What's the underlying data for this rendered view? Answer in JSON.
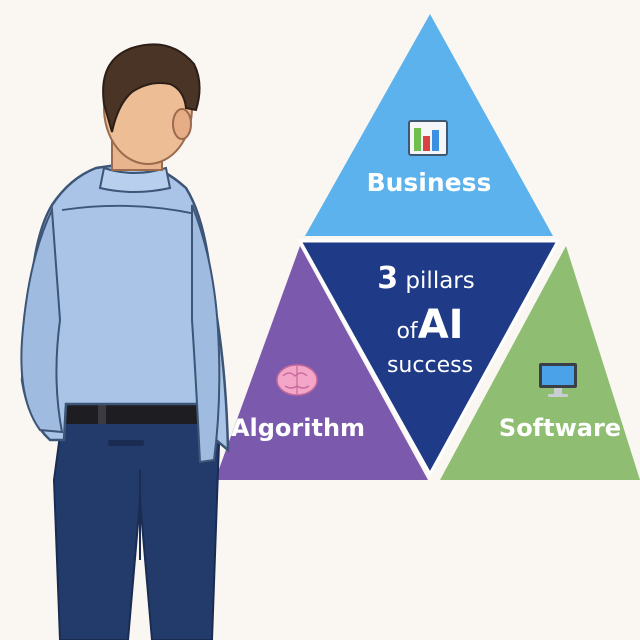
{
  "pillars": {
    "top": {
      "label": "Business",
      "icon": "bar-chart-icon",
      "color": "#5bb2ec"
    },
    "left": {
      "label": "Algorithm",
      "icon": "brain-icon",
      "color": "#7b59ad"
    },
    "right": {
      "label": "Software",
      "icon": "monitor-icon",
      "color": "#8fbd72"
    }
  },
  "center": {
    "number": "3",
    "line1_rest": " pillars",
    "line2_prefix": "of",
    "line2_emph": "AI",
    "line3": "success",
    "color": "#1f3a86"
  },
  "figure": {
    "icon": "man-back-view-illustration"
  }
}
